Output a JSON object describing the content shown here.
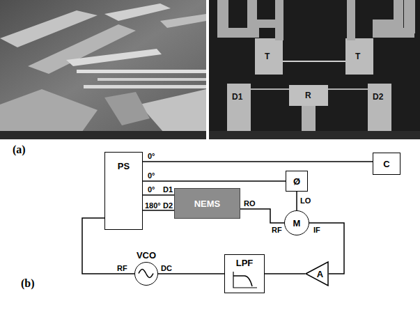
{
  "diagram": {
    "nodes": [
      {
        "text": [
          "PS"
        ]
      },
      {
        "text": [
          "C"
        ]
      },
      {
        "text": [
          "Ø"
        ]
      },
      {
        "text": [
          "NEMS"
        ]
      },
      {
        "text": [
          "M"
        ]
      },
      {
        "text": [
          "VCO"
        ]
      },
      {
        "text": [
          "LPF"
        ]
      },
      {
        "text": [
          "A"
        ]
      }
    ],
    "edges": [
      {
        "from": 0,
        "to": 1,
        "arrow": "none",
        "label": "0°"
      },
      {
        "from": 0,
        "to": 2,
        "arrow": "none",
        "label": "0°"
      },
      {
        "from": 2,
        "to": 4,
        "arrow": "none"
      },
      {
        "from": 0,
        "to": 3,
        "arrow": "none",
        "label": "0°"
      },
      {
        "from": 0,
        "to": 3,
        "arrow": "none",
        "label": "180°"
      },
      {
        "from": 3,
        "to": 4,
        "arrow": "none"
      },
      {
        "from": 4,
        "to": 7,
        "arrow": "none"
      },
      {
        "from": 7,
        "to": 6,
        "arrow": "none"
      },
      {
        "from": 6,
        "to": 5,
        "arrow": "none"
      },
      {
        "from": 5,
        "to": 0,
        "arrow": "none"
      }
    ],
    "labels": [
      "T",
      "T",
      "D1",
      "R",
      "D2",
      "(a)",
      "(b)",
      "D1",
      "D2",
      "RO",
      "LO",
      "RF",
      "IF",
      "RF",
      "DC"
    ]
  }
}
